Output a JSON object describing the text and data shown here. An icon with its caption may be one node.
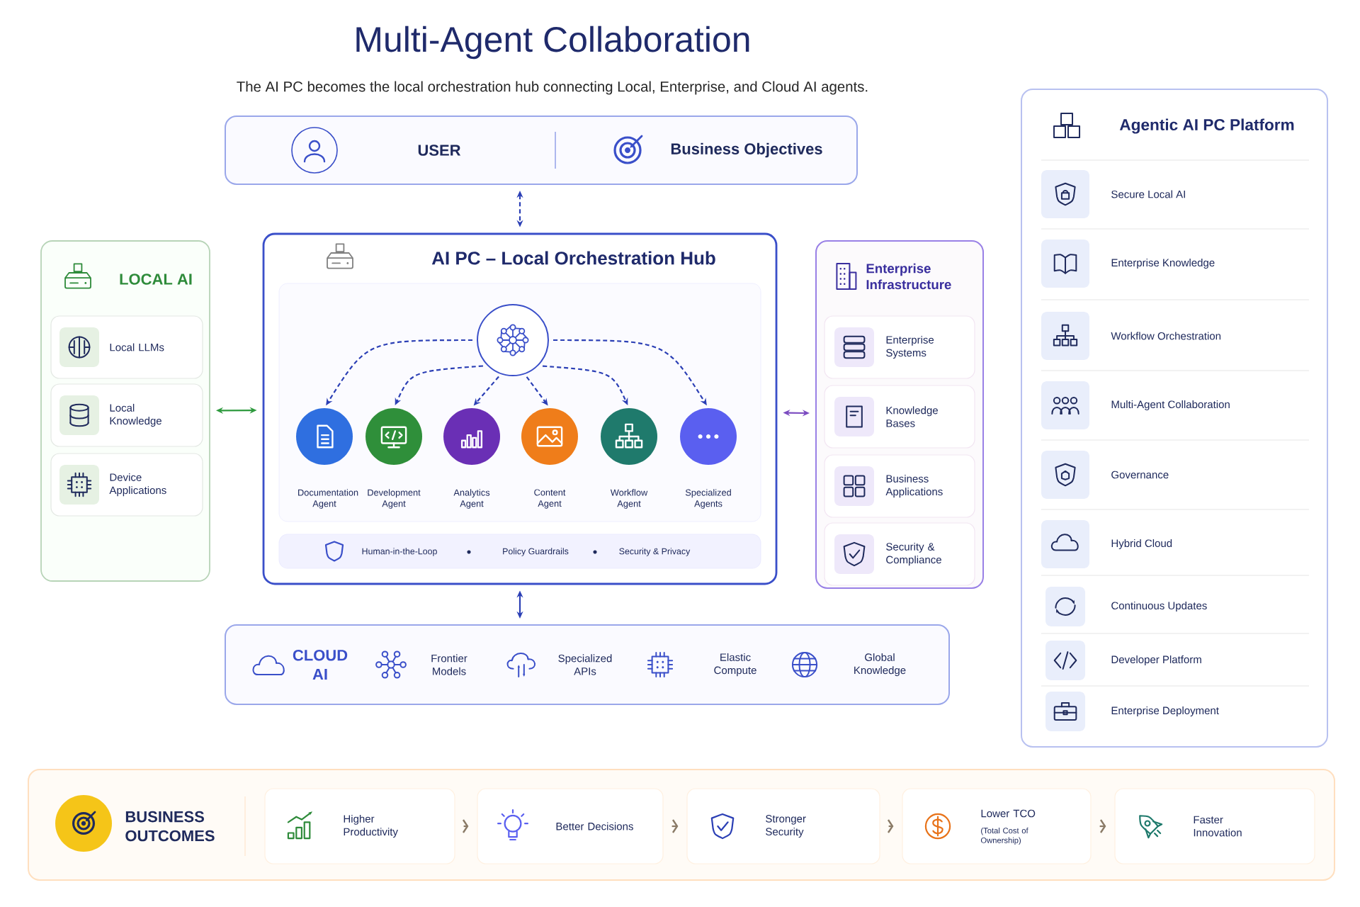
{
  "diagram": {
    "title": "Multi-Agent Collaboration",
    "nodes": [
      {
        "text": [
          "USER",
          "Business Objectives"
        ]
      },
      {
        "text": [
          "AI PC – Local Orchestration Hub"
        ]
      },
      {
        "text": [],
        "shape": "circle",
        "in": 1
      },
      {
        "text": [
          "Documentation Agent"
        ],
        "in": 1
      },
      {
        "text": [
          "Development Agent"
        ],
        "in": 1
      },
      {
        "text": [
          "Analytics Agent"
        ],
        "in": 1
      },
      {
        "text": [
          "Content Agent"
        ],
        "in": 1
      },
      {
        "text": [
          "Workflow Agent"
        ],
        "in": 1
      },
      {
        "text": [
          "Specialized Agents"
        ],
        "in": 1
      },
      {
        "text": [
          "Human-in-the-Loop",
          "Policy Guardrails",
          "Security & Privacy"
        ],
        "in": 1
      },
      {
        "text": [
          "LOCAL AI"
        ]
      },
      {
        "text": [
          "Local LLMs"
        ],
        "in": 10
      },
      {
        "text": [
          "Local Knowledge"
        ],
        "in": 10
      },
      {
        "text": [
          "Device Applications"
        ],
        "in": 10
      },
      {
        "text": [
          "Enterprise Infrastructure"
        ]
      },
      {
        "text": [
          "Enterprise Systems"
        ],
        "in": 14
      },
      {
        "text": [
          "Knowledge Bases"
        ],
        "in": 14
      },
      {
        "text": [
          "Business Applications"
        ],
        "in": 14
      },
      {
        "text": [
          "Security & Compliance"
        ],
        "in": 14
      },
      {
        "text": [
          "CLOUD AI"
        ]
      },
      {
        "text": [
          "Agentic AI PC Platform"
        ]
      },
      {
        "text": [
          "BUSINESS OUTCOMES"
        ]
      },
      {
        "text": [
          "Higher Productivity"
        ],
        "in": 21
      },
      {
        "text": [
          "Better Decisions"
        ],
        "in": 21
      },
      {
        "text": [
          "Stronger Security"
        ],
        "in": 21
      },
      {
        "text": [
          "Lower TCO",
          "(Total Cost of Ownership)"
        ],
        "in": 21
      },
      {
        "text": [
          "Faster Innovation"
        ],
        "in": 21
      }
    ],
    "edges": [
      {
        "from": 0,
        "to": 1,
        "arrow": "both",
        "style": "dashed"
      },
      {
        "from": 10,
        "to": 1,
        "arrow": "both",
        "color": "#2e9a3e"
      },
      {
        "from": 14,
        "to": 1,
        "arrow": "both",
        "color": "#7b4bc0"
      },
      {
        "from": 19,
        "to": 1,
        "arrow": "both"
      },
      {
        "from": 2,
        "to": 3,
        "arrow": "to",
        "style": "dashed"
      },
      {
        "from": 2,
        "to": 4,
        "arrow": "to",
        "style": "dashed"
      },
      {
        "from": 2,
        "to": 5,
        "arrow": "to",
        "style": "dashed"
      },
      {
        "from": 2,
        "to": 6,
        "arrow": "to",
        "style": "dashed"
      },
      {
        "from": 2,
        "to": 7,
        "arrow": "to",
        "style": "dashed"
      },
      {
        "from": 2,
        "to": 8,
        "arrow": "to",
        "style": "dashed"
      },
      {
        "from": 22,
        "to": 23,
        "arrow": "to",
        "color": "#8a7a66"
      },
      {
        "from": 23,
        "to": 24,
        "arrow": "to",
        "color": "#8a7a66"
      },
      {
        "from": 24,
        "to": 25,
        "arrow": "to",
        "color": "#8a7a66"
      },
      {
        "from": 25,
        "to": 26,
        "arrow": "to",
        "color": "#8a7a66"
      }
    ],
    "labels": [
      "The AI PC becomes the local orchestration hub connecting Local, Enterprise, and Cloud AI agents.",
      "Frontier Models",
      "Specialized APIs",
      "Elastic Compute",
      "Global Knowledge",
      "Secure Local AI",
      "Enterprise Knowledge",
      "Workflow Orchestration",
      "Multi-Agent Collaboration",
      "Governance",
      "Hybrid Cloud",
      "Continuous Updates",
      "Developer Platform",
      "Enterprise Deployment"
    ]
  }
}
